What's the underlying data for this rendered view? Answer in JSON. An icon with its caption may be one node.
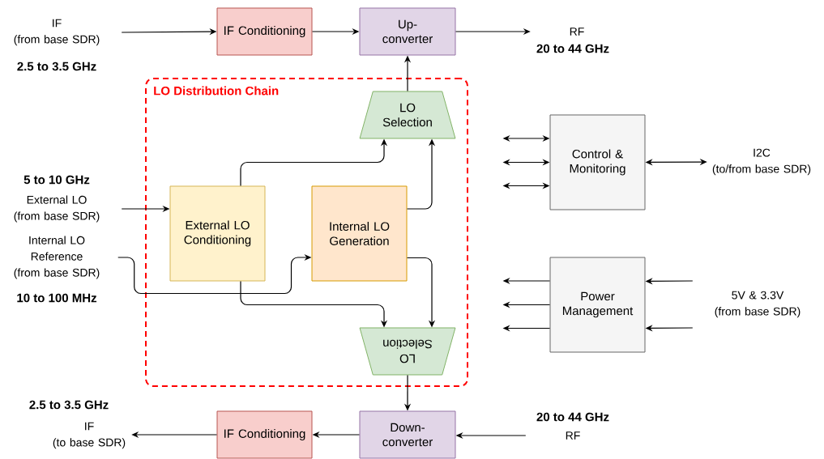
{
  "diagram": {
    "nodes": [
      {
        "text": [
          "IF",
          "(from base SDR)"
        ],
        "beside": [
          "2.5 to 3.5 GHz"
        ]
      },
      {
        "text": [
          "IF Conditioning"
        ]
      },
      {
        "text": [
          "Up- converter"
        ]
      },
      {
        "text": [
          "RF"
        ],
        "beside": [
          "20 to 44 GHz"
        ]
      },
      {
        "text": [
          "LO Distribution Chain"
        ]
      },
      {
        "text": [
          "LO Selection"
        ],
        "in": 4
      },
      {
        "text": [
          "Control & Monitoring"
        ]
      },
      {
        "text": [
          "I2C",
          "(to/from base SDR)"
        ]
      },
      {
        "text": [
          "External LO",
          "(from base SDR)"
        ],
        "beside": [
          "5 to 10 GHz"
        ]
      },
      {
        "text": [
          "External LO Conditioning"
        ],
        "in": 4
      },
      {
        "text": [
          "Internal LO Generation"
        ],
        "in": 4
      },
      {
        "text": [
          "Internal LO Reference",
          "(from base SDR)"
        ],
        "beside": [
          "10 to 100 MHz"
        ]
      },
      {
        "text": [
          "Power Management"
        ]
      },
      {
        "text": [
          "5V & 3.3V",
          "(from base SDR)"
        ]
      },
      {
        "text": [
          "LO Selection"
        ],
        "in": 4
      },
      {
        "text": [
          "IF",
          "(to base SDR)"
        ],
        "beside": [
          "2.5 to 3.5 GHz"
        ]
      },
      {
        "text": [
          "IF Conditioning"
        ]
      },
      {
        "text": [
          "Down- converter"
        ]
      },
      {
        "text": [
          "RF"
        ],
        "beside": [
          "20 to 44 GHz"
        ]
      }
    ],
    "edges": [
      {
        "from": 0,
        "to": 1,
        "arrow": "to"
      },
      {
        "from": 1,
        "to": 2,
        "arrow": "to"
      },
      {
        "from": 2,
        "to": 3,
        "arrow": "to"
      },
      {
        "from": 5,
        "to": 2,
        "arrow": "to"
      },
      {
        "from": 9,
        "to": 5,
        "arrow": "to"
      },
      {
        "from": 10,
        "to": 5,
        "arrow": "to"
      },
      {
        "from": 8,
        "to": 9,
        "arrow": "to"
      },
      {
        "from": 11,
        "to": 10,
        "arrow": "to"
      },
      {
        "from": 9,
        "to": 14,
        "arrow": "to"
      },
      {
        "from": 10,
        "to": 14,
        "arrow": "to"
      },
      {
        "from": 14,
        "to": 17,
        "arrow": "to"
      },
      {
        "from": 18,
        "to": 17,
        "arrow": "to"
      },
      {
        "from": 17,
        "to": 16,
        "arrow": "to"
      },
      {
        "from": 16,
        "to": 15,
        "arrow": "to"
      },
      {
        "from": null,
        "to": 6,
        "arrow": "both"
      },
      {
        "from": null,
        "to": 6,
        "arrow": "both"
      },
      {
        "from": null,
        "to": 6,
        "arrow": "both"
      },
      {
        "from": 6,
        "to": 7,
        "arrow": "both"
      },
      {
        "from": 12,
        "to": null,
        "arrow": "to"
      },
      {
        "from": 12,
        "to": null,
        "arrow": "to"
      },
      {
        "from": 12,
        "to": null,
        "arrow": "to"
      },
      {
        "from": 13,
        "to": 12,
        "arrow": "to"
      },
      {
        "from": 13,
        "to": 12,
        "arrow": "to"
      }
    ]
  }
}
